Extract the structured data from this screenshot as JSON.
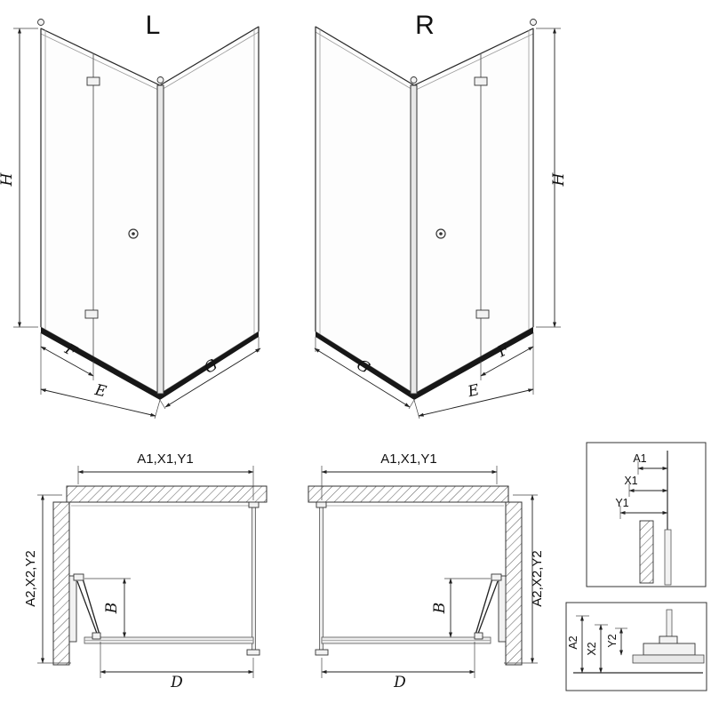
{
  "figure": {
    "background": "#ffffff",
    "line_color": "#1a1a1a",
    "views": {
      "iso_left": {
        "title": "L",
        "dim_height": "H",
        "dim_fixed_width": "F",
        "dim_entry_width": "E",
        "dim_side_width": "G"
      },
      "iso_right": {
        "title": "R",
        "dim_height": "H",
        "dim_fixed_width": "F",
        "dim_entry_width": "E",
        "dim_side_width": "G"
      },
      "plan_left": {
        "dim_width_range": "A1,X1,Y1",
        "dim_depth_range": "A2,X2,Y2",
        "dim_door_fold": "B",
        "dim_bottom_width": "D"
      },
      "plan_right": {
        "dim_width_range": "A1,X1,Y1",
        "dim_depth_range": "A2,X2,Y2",
        "dim_door_fold": "B",
        "dim_bottom_width": "D"
      },
      "detail_width": {
        "dim_a1": "A1",
        "dim_x1": "X1",
        "dim_y1": "Y1"
      },
      "detail_depth": {
        "dim_a2": "A2",
        "dim_x2": "X2",
        "dim_y2": "Y2"
      }
    }
  }
}
